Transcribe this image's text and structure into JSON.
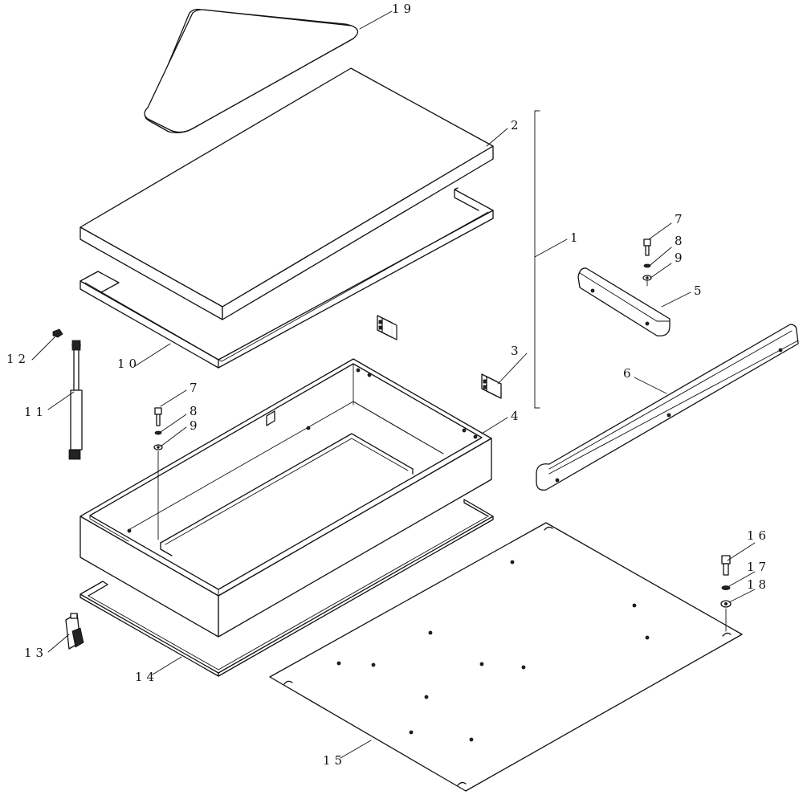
{
  "diagram": {
    "callouts": {
      "c1": "1",
      "c2": "2",
      "c3": "3",
      "c4": "4",
      "c5": "5",
      "c6": "6",
      "c7a": "7",
      "c8a": "8",
      "c9a": "9",
      "c7b": "7",
      "c8b": "8",
      "c9b": "9",
      "c10": "10",
      "c11": "11",
      "c12": "12",
      "c13": "13",
      "c14": "14",
      "c15": "15",
      "c16": "16",
      "c17": "17",
      "c18": "18",
      "c19": "19"
    }
  }
}
